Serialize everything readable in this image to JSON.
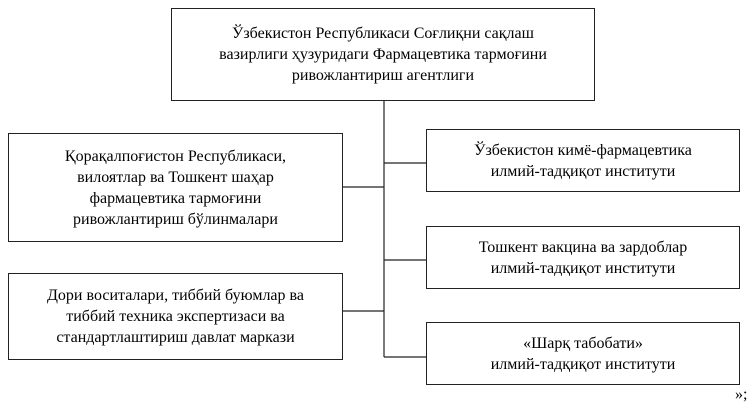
{
  "diagram": {
    "top_box": "Ўзбекистон Республикаси Соғлиқни сақлаш\nвазирлиги ҳузуридаги Фармацевтика тармоғини\nривожлантириш агентлиги",
    "left_boxes": [
      "Қорақалпоғистон Республикаси,\nвилоятлар ва Тошкент шаҳар\nфармацевтика тармоғини\nривожлантириш бўлинмалари",
      "Дори воситалари, тиббий буюмлар ва\nтиббий техника экспертизаси ва\nстандартлаштириш давлат маркази"
    ],
    "right_boxes": [
      "Ўзбекистон кимё-фармацевтика\nилмий-тадқиқот институти",
      "Тошкент вакцина ва зардоблар\nилмий-тадқиқот институти",
      "«Шарқ табобати»\nилмий-тадқиқот институти"
    ],
    "trailing_text": "»;"
  }
}
